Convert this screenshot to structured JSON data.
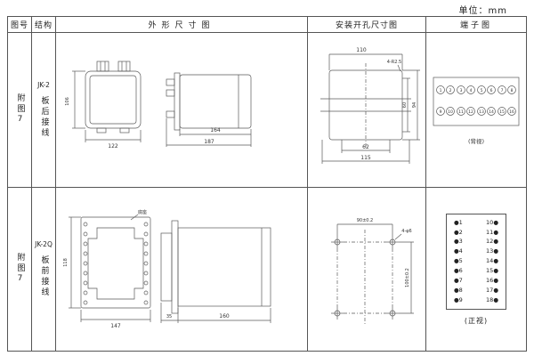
{
  "unit_label": "单位：mm",
  "header": {
    "figure": "图号",
    "structure": "结构",
    "outline": "外形尺寸图",
    "mounting": "安装开孔尺寸图",
    "terminal": "端子图"
  },
  "rows": [
    {
      "figure": "附图7",
      "model": "JK-2",
      "wiring": "板后接线",
      "outline": {
        "h": "106",
        "w": "122",
        "d1": "164",
        "d2": "187"
      },
      "mounting": {
        "top": "110",
        "radius": "4-R2.5",
        "v1": "60",
        "v2": "94",
        "b1": "62",
        "b2": "115"
      },
      "terminal": {
        "row1": [
          "1",
          "2",
          "3",
          "4",
          "5",
          "6",
          "7",
          "8"
        ],
        "row2": [
          "9",
          "10",
          "11",
          "12",
          "13",
          "14",
          "15",
          "16"
        ],
        "view": "(背视)"
      }
    },
    {
      "figure": "附图7",
      "model": "JK-2Q",
      "wiring": "板前接线",
      "outline": {
        "h": "118",
        "w": "147",
        "d1": "35",
        "d2": "160",
        "note": "底座"
      },
      "mounting": {
        "top": "90±0.2",
        "holes": "4-φ6",
        "side": "100±0.2"
      },
      "terminal": {
        "pairs": [
          [
            "●1",
            "10●"
          ],
          [
            "●2",
            "11●"
          ],
          [
            "●3",
            "12●"
          ],
          [
            "●4",
            "13●"
          ],
          [
            "●5",
            "14●"
          ],
          [
            "●6",
            "15●"
          ],
          [
            "●7",
            "16●"
          ],
          [
            "●8",
            "17●"
          ],
          [
            "●9",
            "18●"
          ]
        ],
        "view": "(正视)"
      }
    }
  ]
}
